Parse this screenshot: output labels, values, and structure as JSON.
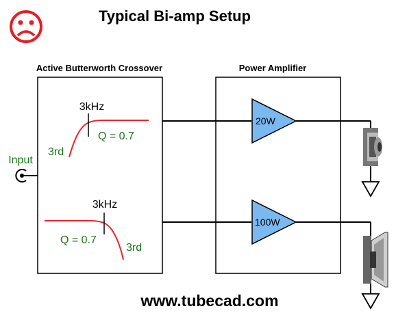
{
  "title": "Typical Bi-amp Setup",
  "crossover_label": "Active Butterworth Crossover",
  "amplifier_label": "Power Amplifier",
  "input_label": "Input",
  "highpass": {
    "freq": "3kHz",
    "q": "Q = 0.7",
    "order": "3rd"
  },
  "lowpass": {
    "freq": "3kHz",
    "q": "Q = 0.7",
    "order": "3rd"
  },
  "amp_top": "20W",
  "amp_bottom": "100W",
  "url": "www.tubecad.com",
  "icons": [
    "sad-face-icon",
    "input-jack-icon",
    "tweeter-icon",
    "woofer-icon",
    "ground-icon"
  ],
  "colors": {
    "curve": "#e8262b",
    "label_green": "#1a7a1a",
    "amp_fill": "#7ab8f0",
    "face": "#e41e26"
  }
}
